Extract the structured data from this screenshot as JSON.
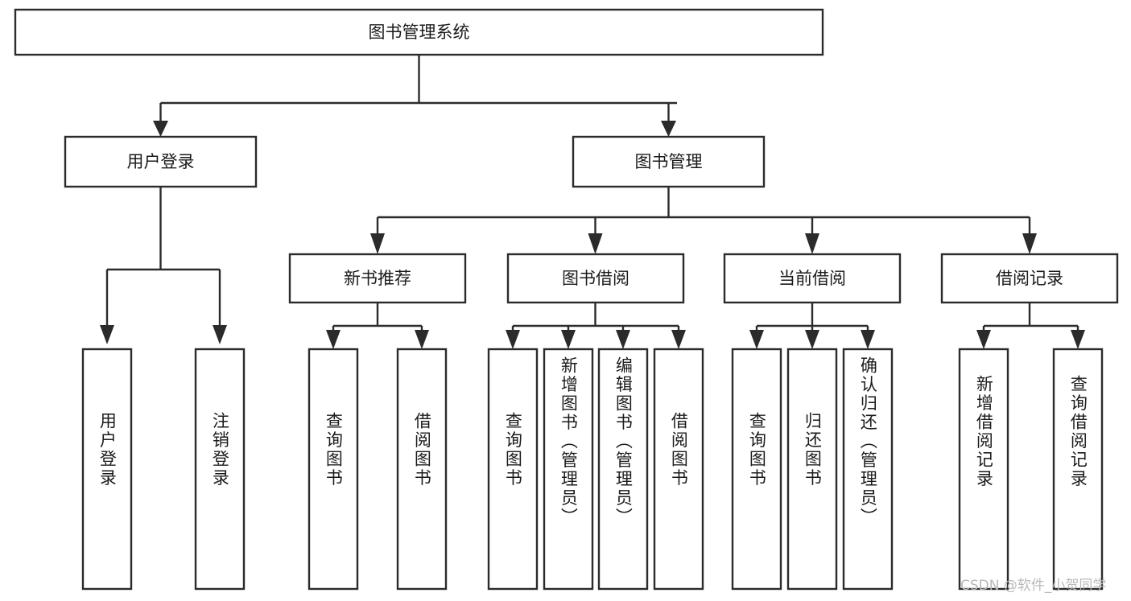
{
  "diagram": {
    "type": "tree-hierarchy",
    "root": {
      "id": "root",
      "label": "图书管理系统"
    },
    "level2": [
      {
        "id": "user-login",
        "label": "用户登录"
      },
      {
        "id": "book-manage",
        "label": "图书管理"
      }
    ],
    "level3": [
      {
        "id": "new-book-recommend",
        "label": "新书推荐",
        "parent": "book-manage"
      },
      {
        "id": "book-borrow",
        "label": "图书借阅",
        "parent": "book-manage"
      },
      {
        "id": "current-borrow",
        "label": "当前借阅",
        "parent": "book-manage"
      },
      {
        "id": "borrow-record",
        "label": "借阅记录",
        "parent": "book-manage"
      }
    ],
    "leaves": {
      "user-login": [
        {
          "id": "leaf-user-login",
          "label": "用户登录"
        },
        {
          "id": "leaf-user-logout",
          "label": "注销登录"
        }
      ],
      "new-book-recommend": [
        {
          "id": "leaf-query-book-1",
          "label": "查询图书"
        },
        {
          "id": "leaf-borrow-book-1",
          "label": "借阅图书"
        }
      ],
      "book-borrow": [
        {
          "id": "leaf-query-book-2",
          "label": "查询图书"
        },
        {
          "id": "leaf-add-book",
          "label": "新增图书（管理员）"
        },
        {
          "id": "leaf-edit-book",
          "label": "编辑图书（管理员）"
        },
        {
          "id": "leaf-borrow-book-2",
          "label": "借阅图书"
        }
      ],
      "current-borrow": [
        {
          "id": "leaf-query-book-3",
          "label": "查询图书"
        },
        {
          "id": "leaf-return-book",
          "label": "归还图书"
        },
        {
          "id": "leaf-confirm-return",
          "label": "确认归还（管理员）"
        }
      ],
      "borrow-record": [
        {
          "id": "leaf-add-record",
          "label": "新增借阅记录"
        },
        {
          "id": "leaf-query-record",
          "label": "查询借阅记录"
        }
      ]
    },
    "colors": {
      "stroke": "#2b2b2b",
      "fill": "#ffffff",
      "text": "#1b1b1b",
      "watermark": "#b9b9b9"
    }
  },
  "watermark": {
    "text": "CSDN @软件_小贺同学"
  }
}
